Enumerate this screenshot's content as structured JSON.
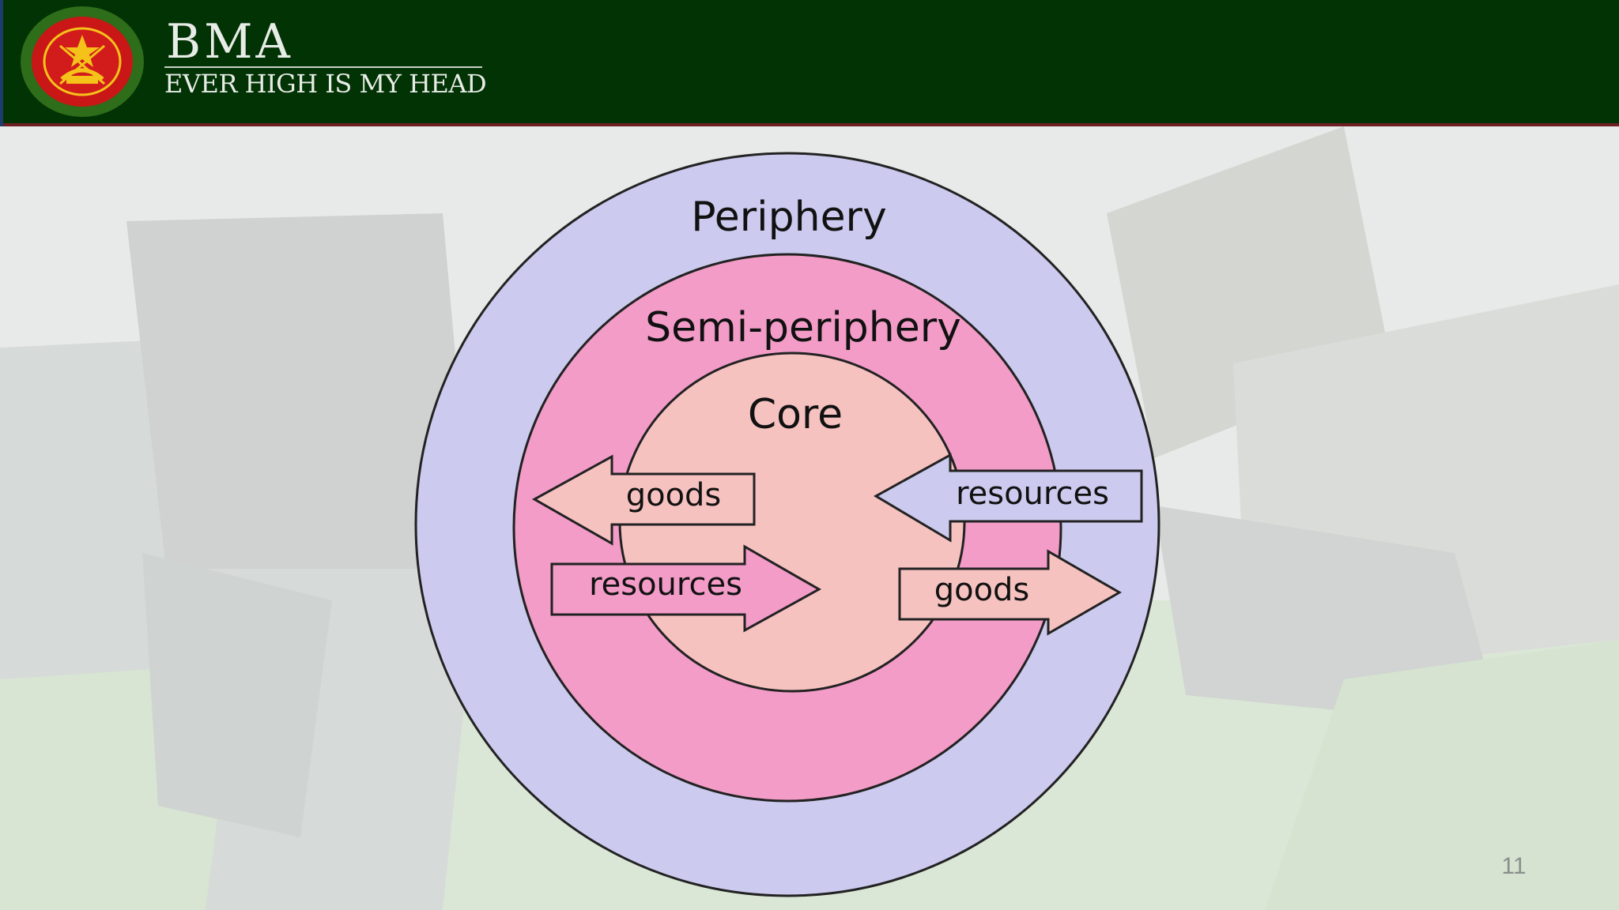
{
  "header": {
    "title": "BMA",
    "motto": "EVER HIGH IS MY HEAD"
  },
  "diagram": {
    "rings": {
      "outer": "Periphery",
      "middle": "Semi-periphery",
      "inner": "Core"
    },
    "arrows": {
      "left_top": "goods",
      "left_bottom": "resources",
      "right_top": "resources",
      "right_bottom": "goods"
    },
    "colors": {
      "periphery": "#cccaee",
      "semi_periphery": "#f29cc7",
      "core": "#f6c2c0",
      "header": "#023305"
    }
  },
  "slide_number": "11"
}
